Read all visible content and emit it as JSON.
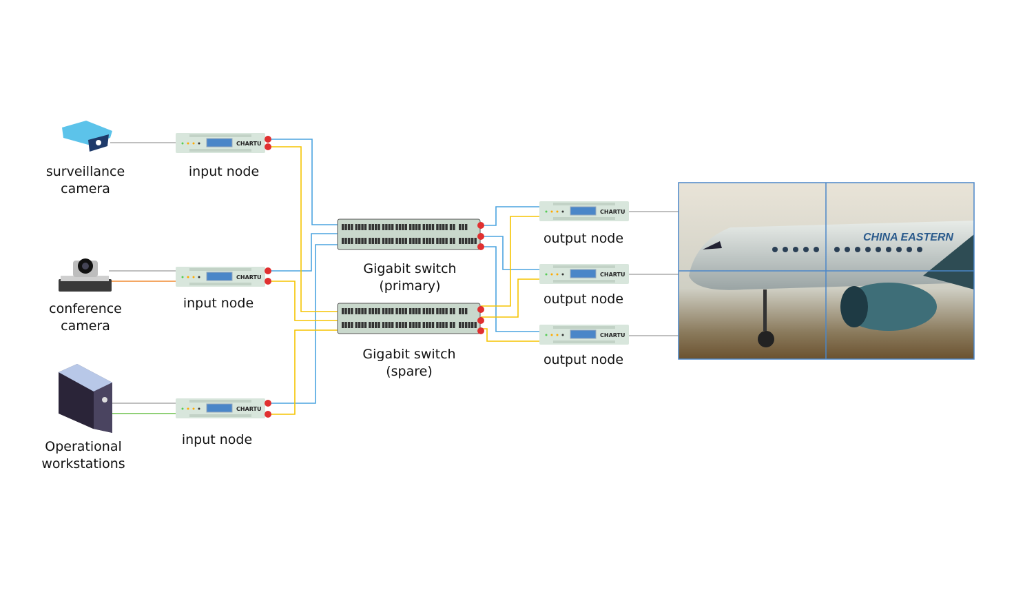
{
  "sources": [
    {
      "label": "surveillance\ncamera"
    },
    {
      "label": "conference\ncamera"
    },
    {
      "label": "Operational\nworkstations"
    }
  ],
  "input_nodes": [
    {
      "label": "input node",
      "brand": "CHARTU"
    },
    {
      "label": "input node",
      "brand": "CHARTU"
    },
    {
      "label": "input node",
      "brand": "CHARTU"
    }
  ],
  "switches": [
    {
      "label": "Gigabit switch\n(primary)"
    },
    {
      "label": "Gigabit switch\n(spare)"
    }
  ],
  "output_nodes": [
    {
      "label": "output node",
      "brand": "CHARTU"
    },
    {
      "label": "output node",
      "brand": "CHARTU"
    },
    {
      "label": "output node",
      "brand": "CHARTU"
    }
  ],
  "video_wall": {
    "airline_text": "CHINA EASTERN"
  },
  "colors": {
    "primary_link": "#4aa3df",
    "spare_link": "#f5c400",
    "port": "#e03030",
    "node_body": "#d8e6dc",
    "screen": "#4a86c8"
  }
}
